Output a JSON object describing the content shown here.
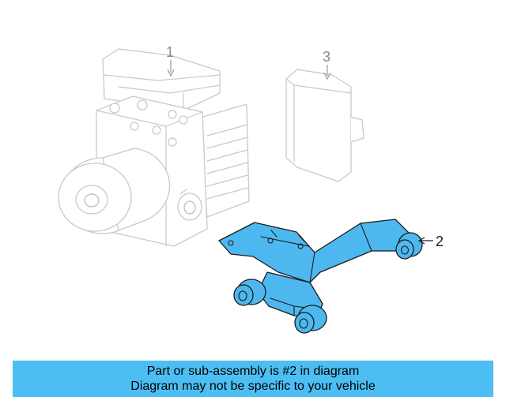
{
  "diagram": {
    "callouts": [
      {
        "id": "1",
        "text": "1"
      },
      {
        "id": "3",
        "text": "3"
      },
      {
        "id": "2",
        "text": "2"
      }
    ],
    "colors": {
      "highlight_part": "#4db8f0",
      "ghost_part": "#c9c9c9",
      "banner": "#4dbef3"
    }
  },
  "banner": {
    "line1": "Part or sub-assembly is #2 in diagram",
    "line2": "Diagram may not be specific to your vehicle"
  }
}
